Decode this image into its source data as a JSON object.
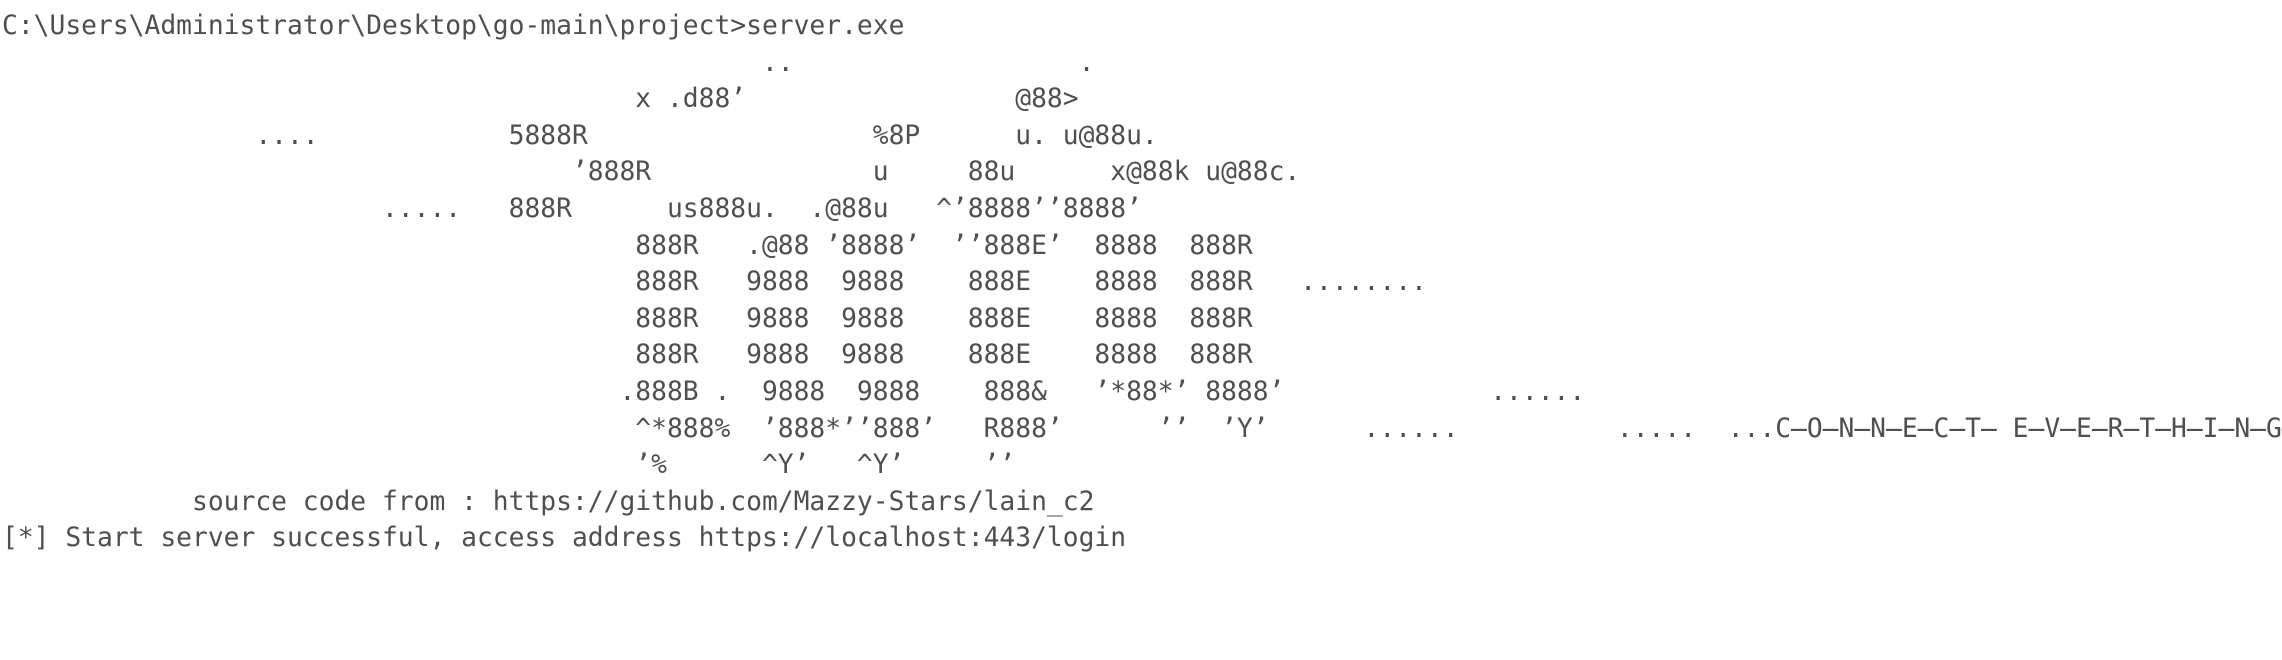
{
  "terminal": {
    "colors": {
      "background": "#ffffff",
      "text": "#4f4f4f"
    },
    "prompt_line": "C:\\Users\\Administrator\\Desktop\\go-main\\project>server.exe",
    "banner": {
      "lines": [
        "                                                ..                  .",
        "                                        x .d88’                 @88>",
        "                ....            5888R                  %8P      u. u@88u.",
        "                                    ’888R              u     88u      x@88k u@88c.",
        "                        .....   888R      us888u.  .@88u   ^’8888’’8888’",
        "                                        888R   .@88 ’8888’  ’’888E’  8888  888R",
        "                                        888R   9888  9888    888E    8888  888R   ........",
        "                                        888R   9888  9888    888E    8888  888R",
        "                                        888R   9888  9888    888E    8888  888R",
        "                                       .888B .  9888  9888    888&   ’*88*’ 8888’             ......",
        "                                        ^*888%  ’888*’’888’   R888’      ’’  ’Y’      ......          .....  ...C̶O̶N̶N̶E̶C̶T̶ E̶V̶E̶R̶T̶H̶I̶N̶G̶...",
        "                                        ’%      ^Y’   ^Y’     ’’"
      ],
      "attribution_line": "            source code from : https://github.com/Mazzy-Stars/lain_c2"
    },
    "status_line": "[*] Start server successful, access address https://localhost:443/login"
  }
}
